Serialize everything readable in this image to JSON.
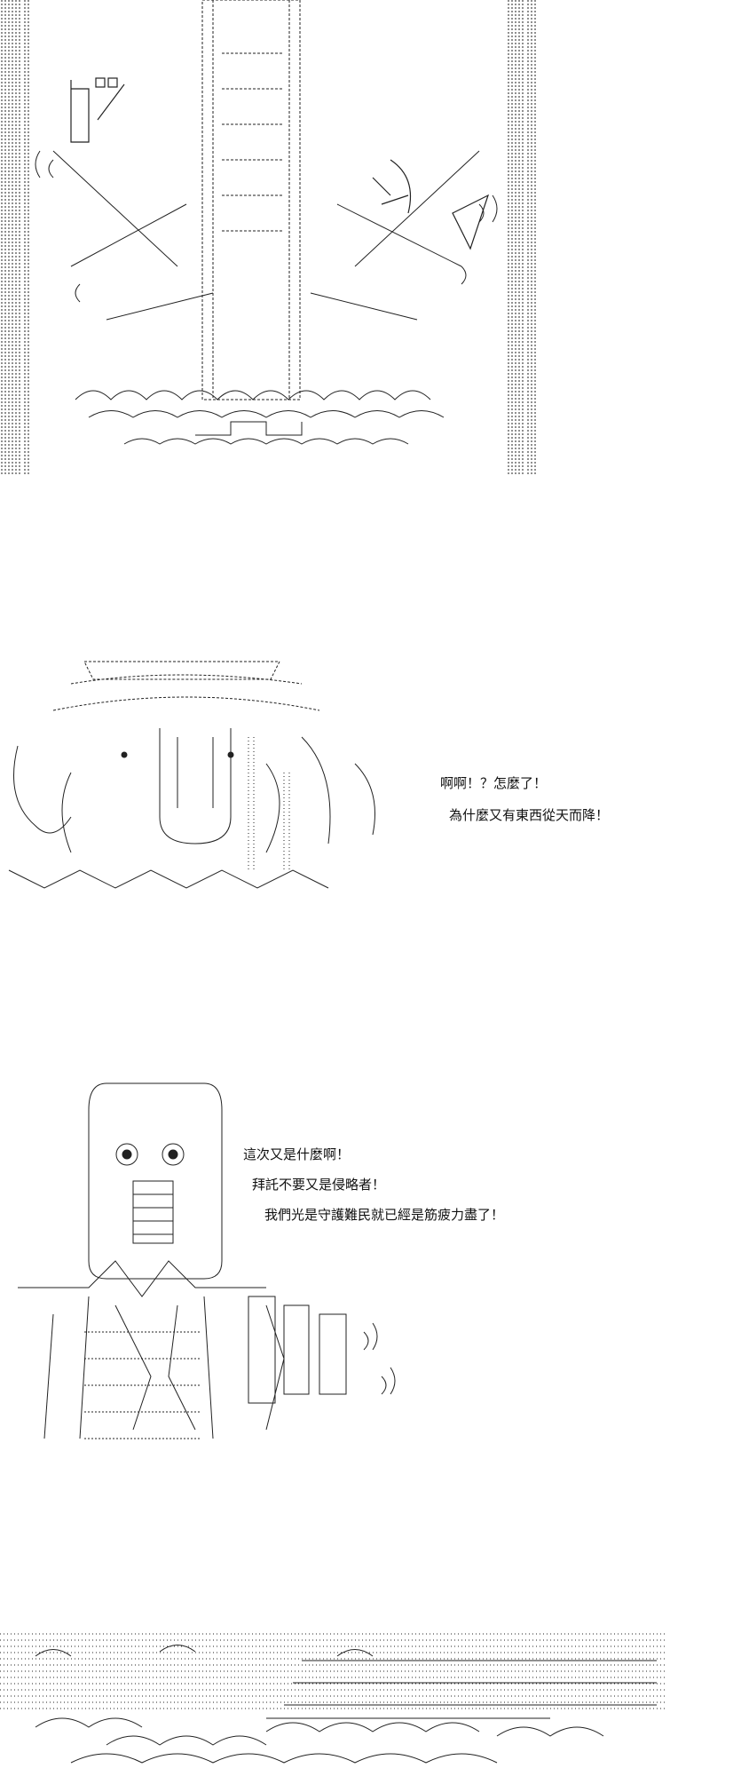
{
  "panel1": {
    "description_hidden": "",
    "art": "falling-tower-ascii-art"
  },
  "panel2": {
    "dialogue": [
      "啊啊！？怎麼了！",
      "為什麼又有東西從天而降！"
    ]
  },
  "panel3": {
    "dialogue": [
      "這次又是什麼啊！",
      "拜託不要又是侵略者！",
      "我們光是守護難民就已經是筋疲力盡了！"
    ]
  },
  "colors": {
    "background": "#ffffff",
    "ink": "#222222"
  }
}
